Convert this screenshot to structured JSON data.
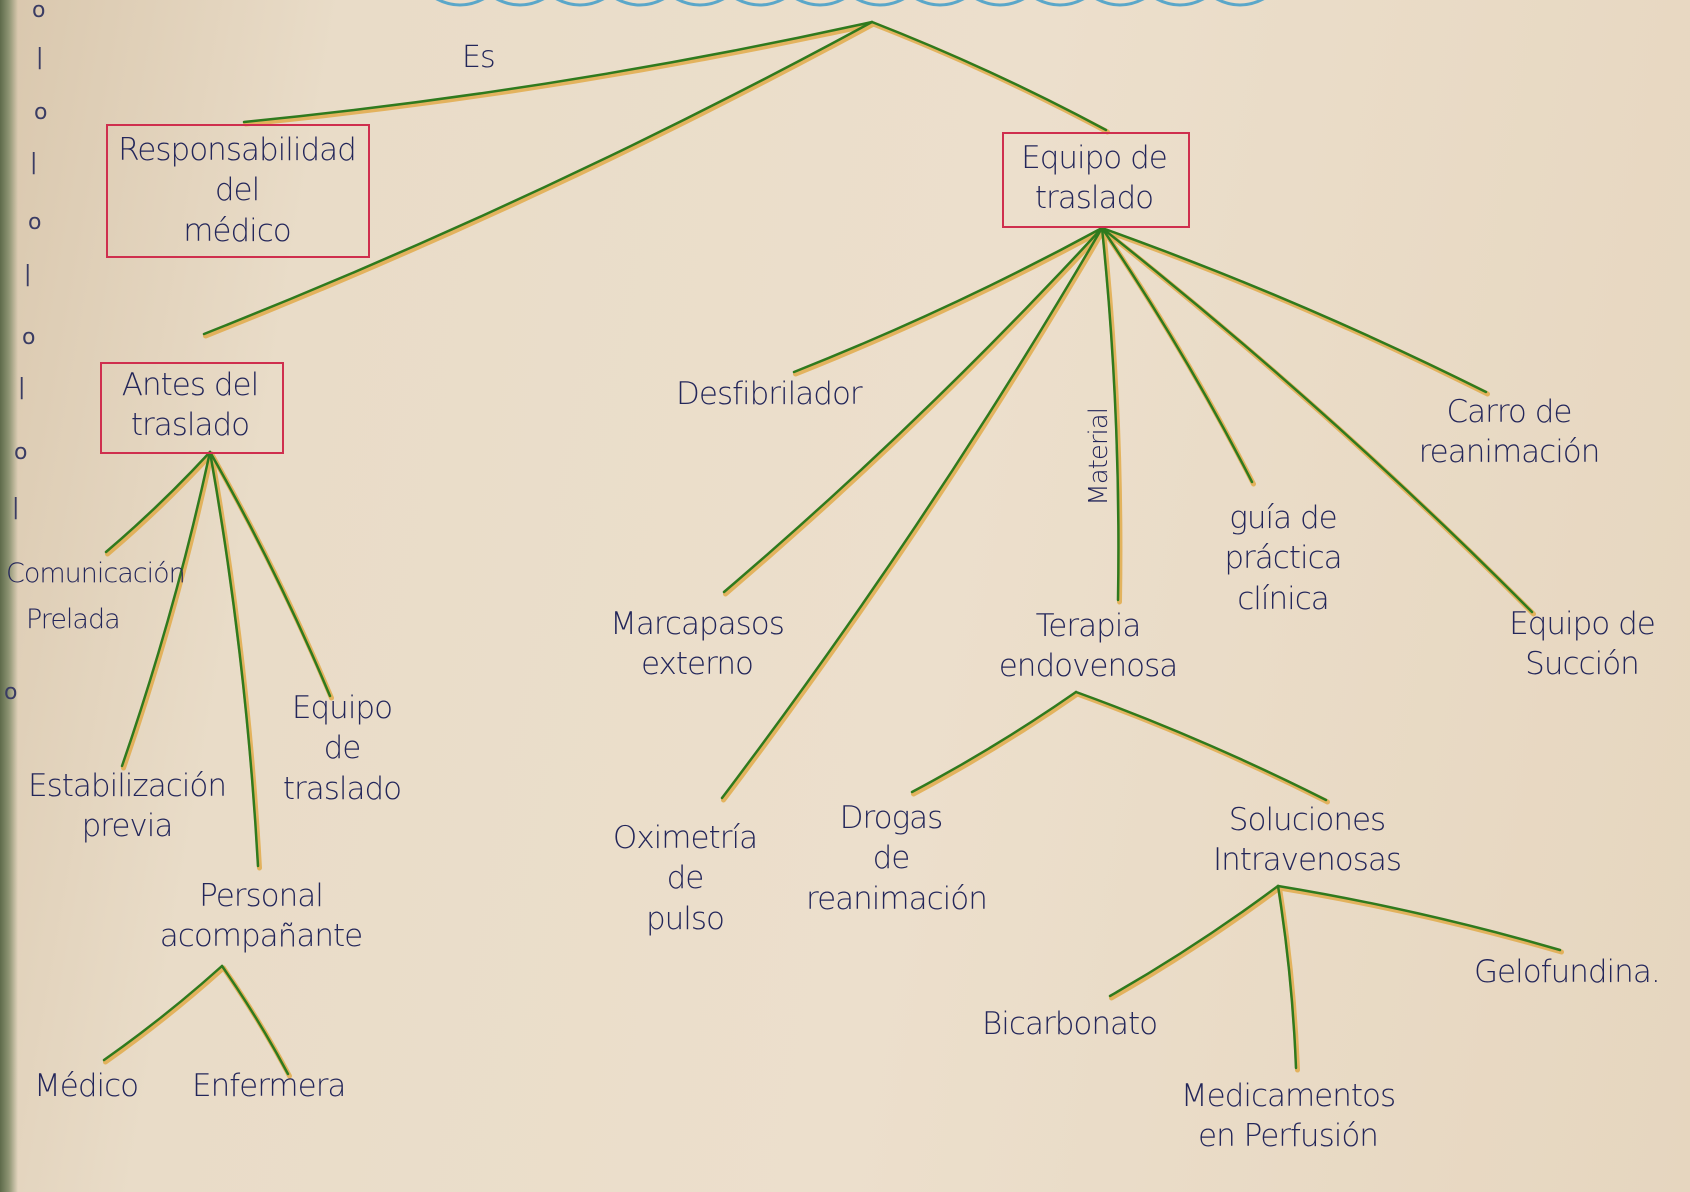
{
  "connector_label": "Es",
  "nodes": {
    "responsabilidad": "Responsabilidad\ndel\nmédico",
    "equipo_traslado": "Equipo de\ntraslado",
    "antes_traslado": "Antes del\ntraslado",
    "comunicacion": "Comunicación",
    "prelada": "Prelada",
    "estabilizacion": "Estabilización\nprevia",
    "personal": "Personal\nacompañante",
    "equipo_traslado_sub": "Equipo\nde\ntraslado",
    "medico": "Médico",
    "enfermera": "Enfermera",
    "desfibrilador": "Desfibrilador",
    "marcapasos": "Marcapasos\nexterno",
    "oximetria": "Oximetría\nde\npulso",
    "material": "Material",
    "terapia": "Terapia\nendovenosa",
    "guia": "guía de\npráctica\nclínica",
    "carro": "Carro de\nreanimación",
    "succion": "Equipo de\nSucción",
    "drogas": "Drogas\nde\nreanimación",
    "soluciones": "Soluciones\nIntravenosas",
    "bicarbonato": "Bicarbonato",
    "medicamentos": "Medicamentos\nen Perfusión",
    "gelofundina": "Gelofundina."
  },
  "colors": {
    "box_border": "#cf2f4e",
    "line": "#2f7a1e",
    "line_highlight": "#e0a53a",
    "ink": "#23265a"
  }
}
